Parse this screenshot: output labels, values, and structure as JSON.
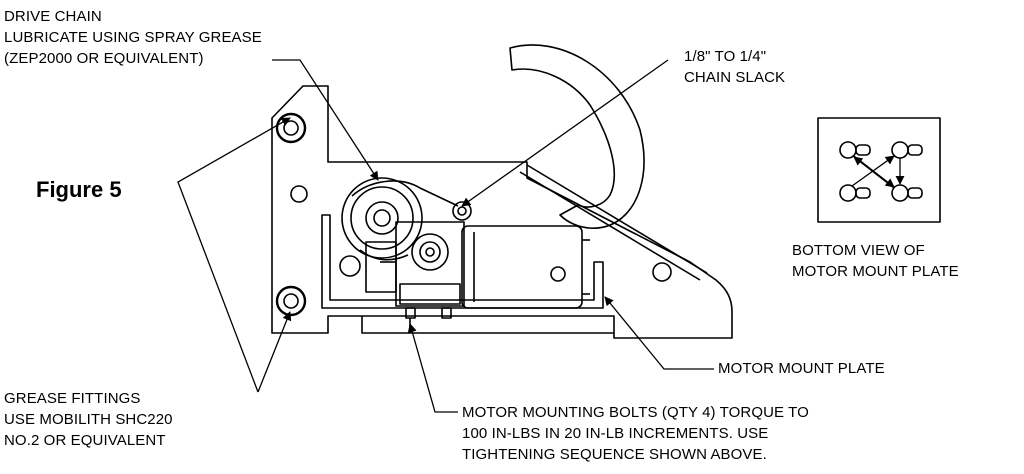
{
  "figure_label": "Figure 5",
  "callouts": {
    "drive_chain": {
      "line1": "DRIVE CHAIN",
      "line2": "LUBRICATE USING SPRAY GREASE",
      "line3": "(ZEP2000 OR EQUIVALENT)"
    },
    "chain_slack": {
      "line1": "1/8\" TO 1/4\"",
      "line2": "CHAIN SLACK"
    },
    "bottom_view": {
      "line1": "BOTTOM VIEW OF",
      "line2": "MOTOR MOUNT PLATE"
    },
    "motor_mount_plate": {
      "line1": "MOTOR MOUNT PLATE"
    },
    "grease_fittings": {
      "line1": "GREASE FITTINGS",
      "line2": "USE MOBILITH SHC220",
      "line3": "NO.2 OR EQUIVALENT"
    },
    "mounting_bolts": {
      "line1": "MOTOR MOUNTING BOLTS (QTY 4)  TORQUE TO",
      "line2": "100 IN-LBS IN 20 IN-LB INCREMENTS.  USE",
      "line3": "TIGHTENING SEQUENCE SHOWN ABOVE."
    }
  }
}
